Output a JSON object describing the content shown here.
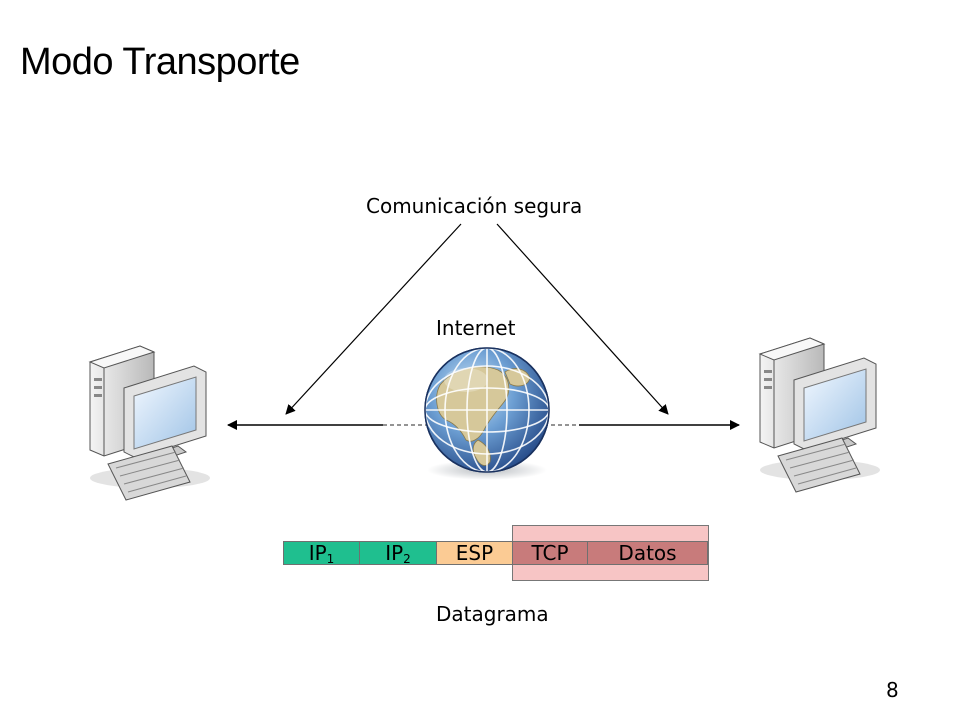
{
  "title": "Modo Transporte",
  "labels": {
    "secure": "Comunicación segura",
    "internet": "Internet",
    "datagram": "Datagrama"
  },
  "packet": {
    "ip1": {
      "text": "IP",
      "sub": "1"
    },
    "ip2": {
      "text": "IP",
      "sub": "2"
    },
    "esp": "ESP",
    "tcp": "TCP",
    "data": "Datos"
  },
  "page_number": "8",
  "colors": {
    "ip": "#1fbf8f",
    "esp": "#fbcb94",
    "tcp": "#c87b7b",
    "tcp_region": "#f7c5c5"
  }
}
